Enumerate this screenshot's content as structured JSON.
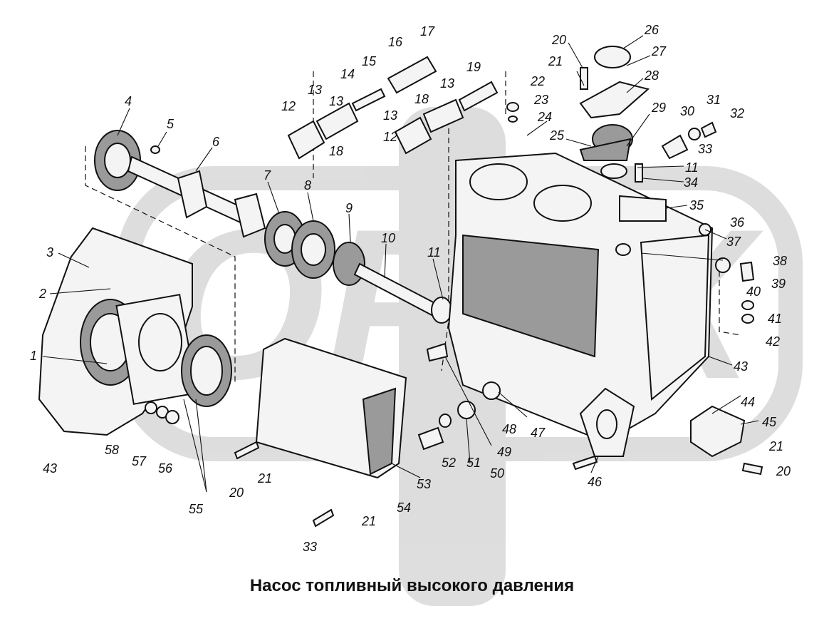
{
  "caption": "Насос топливный высокого давления",
  "watermark": "ОРЕХ",
  "callouts": [
    "1",
    "2",
    "3",
    "4",
    "5",
    "6",
    "7",
    "8",
    "9",
    "10",
    "11",
    "12",
    "12",
    "13",
    "13",
    "13",
    "13",
    "14",
    "15",
    "16",
    "17",
    "18",
    "18",
    "19",
    "20",
    "20",
    "20",
    "21",
    "21",
    "21",
    "21",
    "22",
    "23",
    "24",
    "25",
    "26",
    "27",
    "28",
    "29",
    "30",
    "31",
    "32",
    "33",
    "33",
    "34",
    "35",
    "36",
    "37",
    "38",
    "39",
    "40",
    "41",
    "42",
    "43",
    "43",
    "44",
    "45",
    "46",
    "47",
    "48",
    "49",
    "50",
    "51",
    "52",
    "53",
    "54",
    "55",
    "56",
    "57",
    "58",
    "11"
  ]
}
